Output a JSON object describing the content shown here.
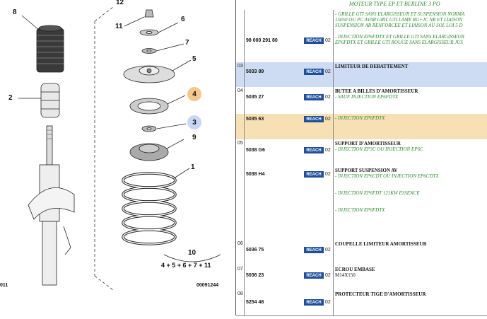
{
  "diagram": {
    "callouts": [
      "8",
      "12",
      "11",
      "6",
      "7",
      "5",
      "4",
      "3",
      "9",
      "1",
      "2",
      "10"
    ],
    "formula": "4 + 5 + 6 + 7 + 11",
    "code_left": "011",
    "code_right": "00091244",
    "highlight_4_color": "#f5c78a",
    "highlight_3_color": "#c7d8f3"
  },
  "table": {
    "header": "MOTEUR TYPE EP ET BERLINE 3 PO",
    "reach_label": "REACH",
    "rows": [
      {
        "idx": "",
        "ref": "98 000 291 80",
        "qty": "02",
        "lines": [
          {
            "k": "g",
            "v": "- GRILLE GTI SANS ELARGISSEUR ET SUSPENSION NORMA"
          },
          {
            "k": "g",
            "v": "15050 OU PC AVAR GRIL GTI LAME RG+JC NR ET LIAISON"
          },
          {
            "k": "g",
            "v": "SUSPENSION AR RENFORCEE ET LIAISON AU SOL LOI 5 D"
          },
          {
            "k": "g",
            "v": ""
          },
          {
            "k": "g",
            "v": "- INJECTION EP6FDTX ET GRILLE GTI SANS ELARGISSEUR"
          },
          {
            "k": "g",
            "v": "EP6FDTX ET GRILLE GTI ROUGE SANS ELARGISSEUR JUS"
          }
        ]
      },
      {
        "idx": "03",
        "ref": "5033 89",
        "qty": "02",
        "lines": [
          {
            "k": "t",
            "v": "LIMITEUR DE DEBATTEMENT"
          }
        ]
      },
      {
        "idx": "04",
        "ref": "5035 27",
        "qty": "02",
        "lines": [
          {
            "k": "t",
            "v": "BUTEE A BILLES D'AMORTISSEUR"
          },
          {
            "k": "g",
            "v": "- SAUF INJECTION EP6FDTX"
          }
        ]
      },
      {
        "idx": "",
        "ref": "5035 63",
        "qty": "02",
        "lines": [
          {
            "k": "g",
            "v": "- INJECTION EP6FDTX"
          }
        ]
      },
      {
        "idx": "05",
        "ref": "5038 G6",
        "qty": "02",
        "lines": [
          {
            "k": "t",
            "v": "SUPPORT D'AMORTISSEUR"
          },
          {
            "k": "g",
            "v": "- INJECTION EP3C OU INJECTION EP6C"
          }
        ]
      },
      {
        "idx": "",
        "ref": "5038 H4",
        "qty": "02",
        "lines": [
          {
            "k": "t",
            "v": "SUPPORT SUSPENSION AV"
          },
          {
            "k": "g",
            "v": "- INJECTION EP6CDT OU INJECTION EP6CDTX"
          },
          {
            "k": "g",
            "v": ""
          },
          {
            "k": "g",
            "v": ""
          },
          {
            "k": "g",
            "v": "- INJECTION EP6FDT 121KW ESSENCE"
          },
          {
            "k": "g",
            "v": ""
          },
          {
            "k": "g",
            "v": ""
          },
          {
            "k": "g",
            "v": "- INJECTION EP6FDTX"
          }
        ]
      },
      {
        "idx": "06",
        "ref": "5036 75",
        "qty": "02",
        "lines": [
          {
            "k": "t",
            "v": "COUPELLE LIMITEUR AMORTISSEUR"
          }
        ]
      },
      {
        "idx": "07",
        "ref": "5036 23",
        "qty": "02",
        "lines": [
          {
            "k": "t",
            "v": "ECROU EMBASE"
          },
          {
            "k": "p",
            "v": "M14X150"
          }
        ]
      },
      {
        "idx": "08",
        "ref": "5254 48",
        "qty": "02",
        "lines": [
          {
            "k": "t",
            "v": "PROTECTEUR TIGE D'AMORTISSEUR"
          }
        ]
      }
    ]
  }
}
